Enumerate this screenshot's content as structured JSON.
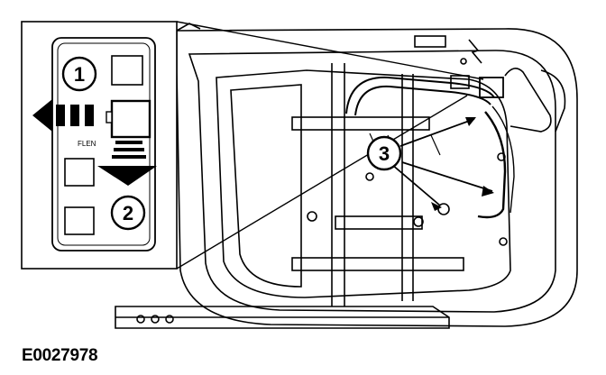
{
  "figure_id": "E0027978",
  "callouts": [
    {
      "number": "1"
    },
    {
      "number": "2"
    },
    {
      "number": "3"
    }
  ],
  "connector_label": "FLEN",
  "colors": {
    "line": "#000000",
    "background": "#ffffff"
  }
}
